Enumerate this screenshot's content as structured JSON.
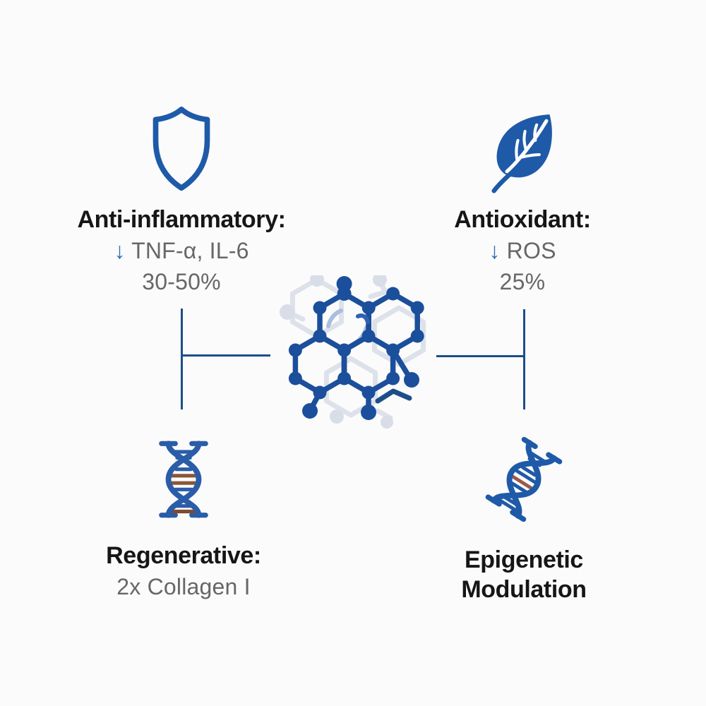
{
  "figure": {
    "type": "mechanism-of-action-infographic",
    "background": "#fbfbfb"
  },
  "colors": {
    "accent_blue": "#1e5aa8",
    "molecule_blue": "#1b4f9b",
    "connector_blue": "#1d4e89",
    "arrow_blue": "#2e6db6",
    "heading_text": "#161616",
    "sub_text": "#676767",
    "ghost_gray": "#dde2ea",
    "dna_rung_brown": "#8a5638"
  },
  "center": {
    "icon": "molecule-icon"
  },
  "panels": {
    "top_left": {
      "icon": "shield-icon",
      "title": "Anti-inflammatory:",
      "arrow": "↓",
      "effect": "TNF-α, IL-6",
      "value": "30-50%"
    },
    "top_right": {
      "icon": "leaf-icon",
      "title": "Antioxidant:",
      "arrow": "↓",
      "effect": "ROS",
      "value": "25%"
    },
    "bottom_left": {
      "icon": "dna-helix-icon",
      "title": "Regenerative:",
      "effect": "2x Collagen I"
    },
    "bottom_right": {
      "icon": "dna-diagonal-icon",
      "title_line1": "Epigenetic",
      "title_line2": "Modulation"
    }
  }
}
